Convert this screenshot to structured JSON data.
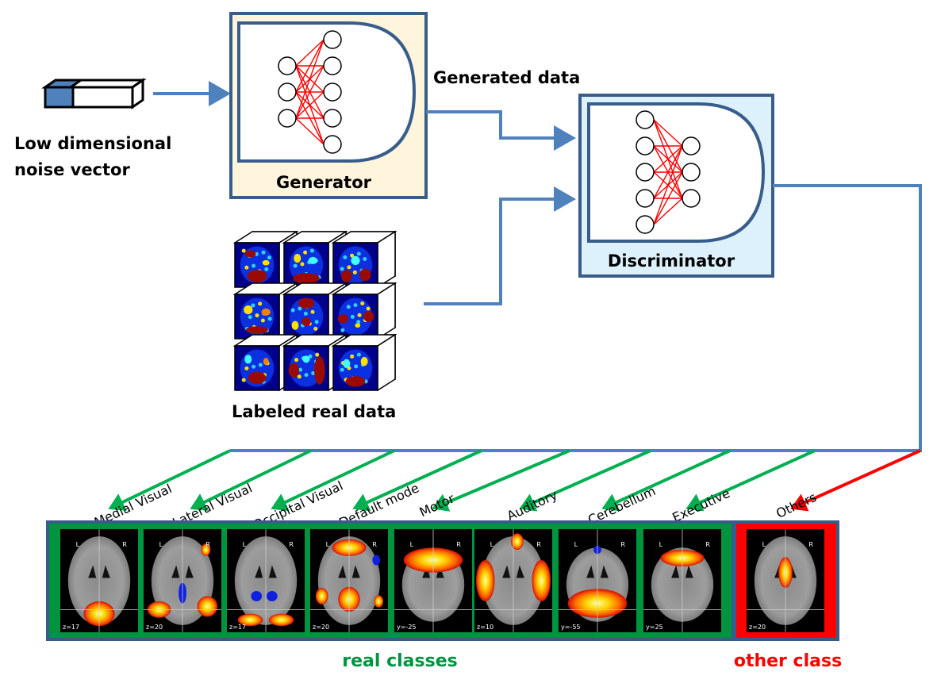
{
  "noise": {
    "label_line1": "Low dimensional",
    "label_line2": "noise vector"
  },
  "generator": {
    "title": "Generator",
    "layers": [
      3,
      5
    ],
    "bg_color": "#FFF4DC"
  },
  "generated_data_label": "Generated data",
  "discriminator": {
    "title": "Discriminator",
    "layers": [
      5,
      3
    ],
    "bg_color": "#DCF1FB"
  },
  "real_data": {
    "label": "Labeled real data"
  },
  "classes": [
    {
      "name": "Medial Visual",
      "coord": "z=17",
      "type": "real"
    },
    {
      "name": "Lateral Visual",
      "coord": "z=20",
      "type": "real"
    },
    {
      "name": "Occipital Visual",
      "coord": "z=17",
      "type": "real"
    },
    {
      "name": "Default mode",
      "coord": "z=20",
      "type": "real"
    },
    {
      "name": "Motor",
      "coord": "y=-25",
      "type": "real"
    },
    {
      "name": "Auditory",
      "coord": "z=10",
      "type": "real"
    },
    {
      "name": "Cerebellum",
      "coord": "y=-55",
      "type": "real"
    },
    {
      "name": "Executive",
      "coord": "y=25",
      "type": "real"
    },
    {
      "name": "Others",
      "coord": "z=20",
      "type": "other"
    }
  ],
  "brain_lr": {
    "left": "L",
    "right": "R"
  },
  "group_labels": {
    "real": "real classes",
    "other": "other class"
  },
  "colors": {
    "connector": "#4F81BD",
    "box_border": "#385D8A",
    "nn_edge": "#FF0000",
    "real_arrow": "#00B050",
    "other_arrow": "#FF0000",
    "real_panel": "#00943F",
    "other_panel": "#FF0000",
    "real_text": "#00943F",
    "other_text": "#FF0000"
  }
}
